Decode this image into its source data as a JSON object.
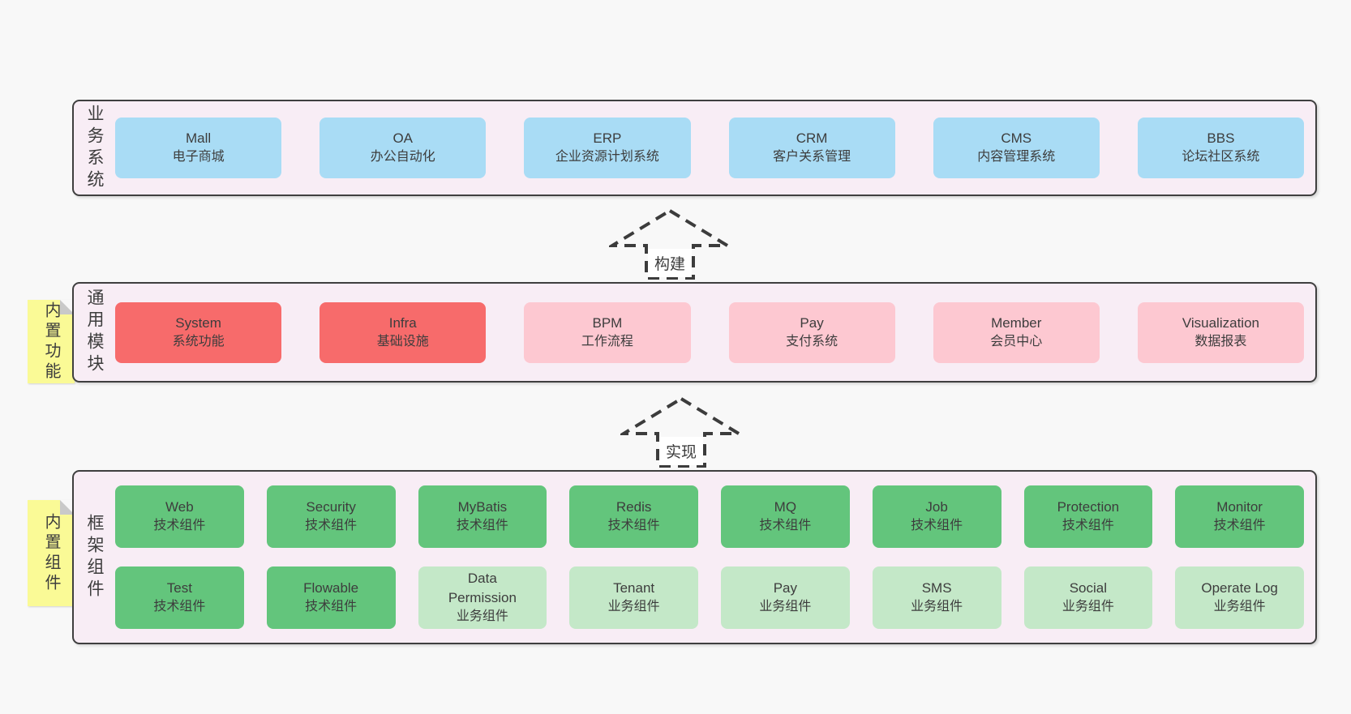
{
  "colors": {
    "page_bg": "#f8f8f8",
    "container_bg": "#f8edf5",
    "container_border": "#3f3f3f",
    "blue_box": "#a9dcf5",
    "red_box": "#f76b6b",
    "pink_box": "#fdc8d1",
    "green_box": "#63c57c",
    "light_green_box": "#c4e8c8",
    "sticky_yellow": "#fafa96",
    "text": "#3d3d3d"
  },
  "arrows": [
    {
      "label": "构建"
    },
    {
      "label": "实现"
    }
  ],
  "layers": {
    "business": {
      "label": "业务系统",
      "boxes": [
        {
          "name": "Mall",
          "desc": "电子商城"
        },
        {
          "name": "OA",
          "desc": "办公自动化"
        },
        {
          "name": "ERP",
          "desc": "企业资源计划系统"
        },
        {
          "name": "CRM",
          "desc": "客户关系管理"
        },
        {
          "name": "CMS",
          "desc": "内容管理系统"
        },
        {
          "name": "BBS",
          "desc": "论坛社区系统"
        }
      ]
    },
    "modules": {
      "label": "通用模块",
      "note": "内置功能",
      "boxes": [
        {
          "name": "System",
          "desc": "系统功能",
          "style": "red"
        },
        {
          "name": "Infra",
          "desc": "基础设施",
          "style": "red"
        },
        {
          "name": "BPM",
          "desc": "工作流程",
          "style": "pink"
        },
        {
          "name": "Pay",
          "desc": "支付系统",
          "style": "pink"
        },
        {
          "name": "Member",
          "desc": "会员中心",
          "style": "pink"
        },
        {
          "name": "Visualization",
          "desc": "数据报表",
          "style": "pink"
        }
      ]
    },
    "framework": {
      "label": "框架组件",
      "note": "内置组件",
      "row1": [
        {
          "name": "Web",
          "desc": "技术组件",
          "style": "green"
        },
        {
          "name": "Security",
          "desc": "技术组件",
          "style": "green"
        },
        {
          "name": "MyBatis",
          "desc": "技术组件",
          "style": "green"
        },
        {
          "name": "Redis",
          "desc": "技术组件",
          "style": "green"
        },
        {
          "name": "MQ",
          "desc": "技术组件",
          "style": "green"
        },
        {
          "name": "Job",
          "desc": "技术组件",
          "style": "green"
        },
        {
          "name": "Protection",
          "desc": "技术组件",
          "style": "green"
        },
        {
          "name": "Monitor",
          "desc": "技术组件",
          "style": "green"
        }
      ],
      "row2": [
        {
          "name": "Test",
          "desc": "技术组件",
          "style": "green"
        },
        {
          "name": "Flowable",
          "desc": "技术组件",
          "style": "green"
        },
        {
          "name": "Data Permission",
          "desc": "业务组件",
          "style": "lightgreen"
        },
        {
          "name": "Tenant",
          "desc": "业务组件",
          "style": "lightgreen"
        },
        {
          "name": "Pay",
          "desc": "业务组件",
          "style": "lightgreen"
        },
        {
          "name": "SMS",
          "desc": "业务组件",
          "style": "lightgreen"
        },
        {
          "name": "Social",
          "desc": "业务组件",
          "style": "lightgreen"
        },
        {
          "name": "Operate Log",
          "desc": "业务组件",
          "style": "lightgreen"
        }
      ]
    }
  }
}
